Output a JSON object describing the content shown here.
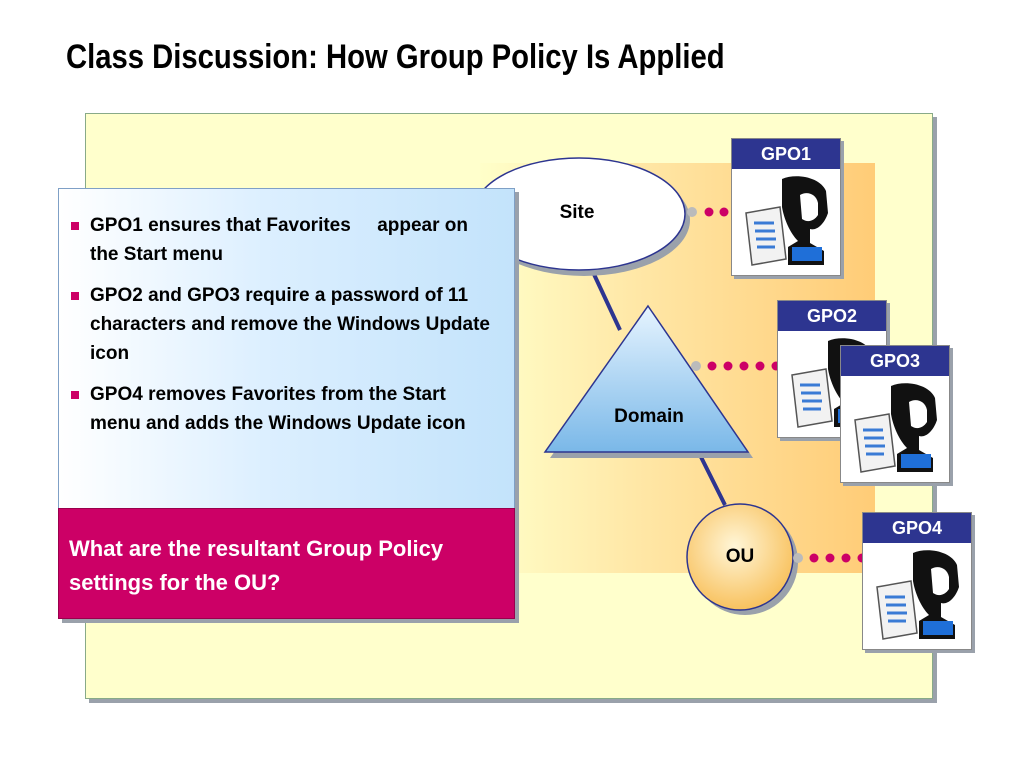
{
  "slide": {
    "title": "Class Discussion: How Group Policy Is Applied"
  },
  "bullets": [
    "GPO1 ensures that Favorites     appear on the Start menu",
    "GPO2 and GPO3 require a password of 11 characters and remove the Windows Update icon",
    "GPO4 removes Favorites from the Start menu and adds the Windows Update icon"
  ],
  "question": "What are the resultant Group Policy settings for the OU?",
  "diagram": {
    "site_label": "Site",
    "domain_label": "Domain",
    "ou_label": "OU",
    "gpos": [
      "GPO1",
      "GPO2",
      "GPO3",
      "GPO4"
    ],
    "connector_color": "#cc0066",
    "header_color": "#2d3590",
    "accent_color": "#cc0066"
  }
}
